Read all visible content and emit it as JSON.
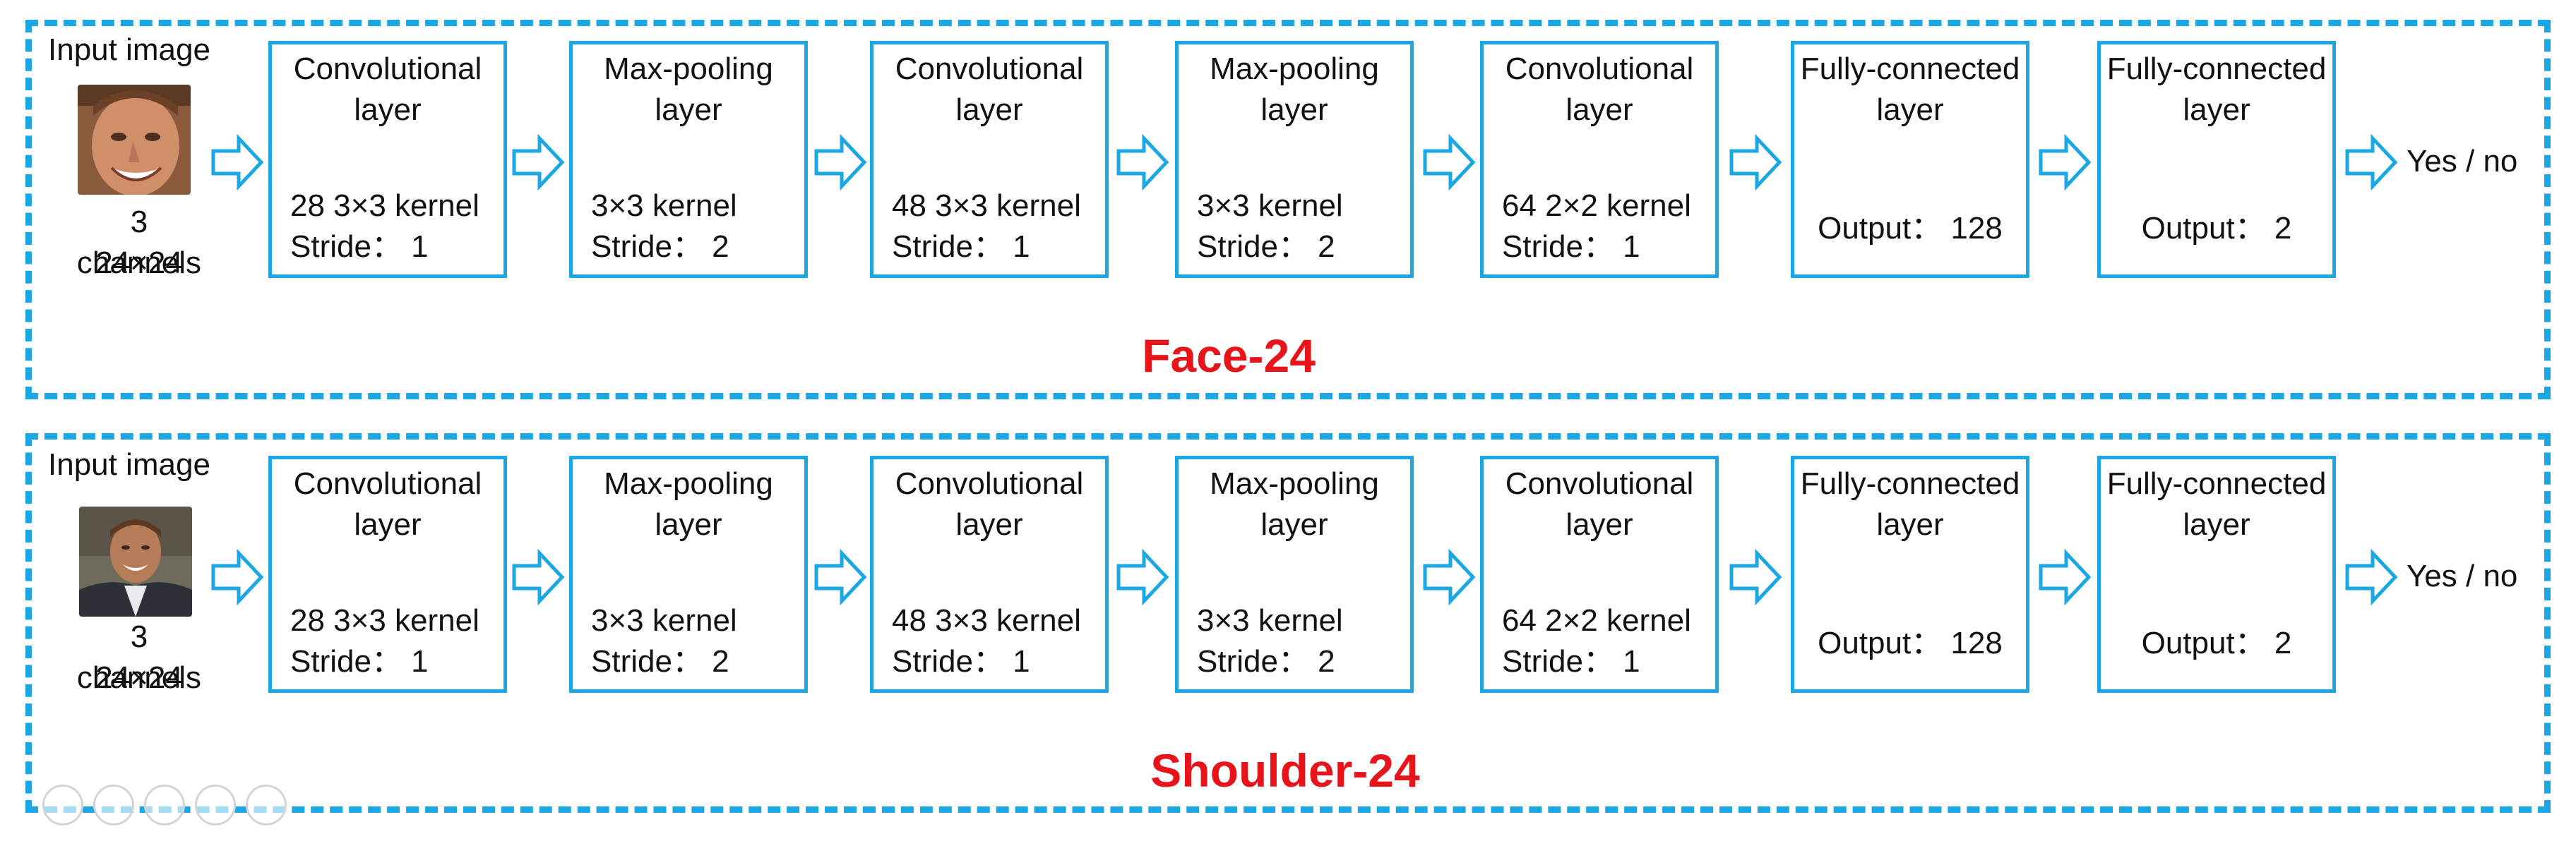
{
  "colors": {
    "accent": "#1aa7e3",
    "title_red": "#e8141b"
  },
  "panels": [
    {
      "title": "Face-24",
      "input_label": "Input image",
      "channels": "3 channels",
      "size": "24×24",
      "result": "Yes / no",
      "boxes": [
        {
          "title": "Convolutional layer",
          "line1": "28  3×3 kernel",
          "line2": "Stride： 1"
        },
        {
          "title": "Max-pooling layer",
          "line1": "3×3 kernel",
          "line2": "Stride： 2"
        },
        {
          "title": "Convolutional layer",
          "line1": "48  3×3 kernel",
          "line2": "Stride： 1"
        },
        {
          "title": "Max-pooling layer",
          "line1": "3×3 kernel",
          "line2": "Stride： 2"
        },
        {
          "title": "Convolutional layer",
          "line1": "64  2×2 kernel",
          "line2": "Stride： 1"
        },
        {
          "title": "Fully-connected layer",
          "output": "Output： 128"
        },
        {
          "title": "Fully-connected layer",
          "output": "Output： 2"
        }
      ]
    },
    {
      "title": "Shoulder-24",
      "input_label": "Input image",
      "channels": "3 channels",
      "size": "24×24",
      "result": "Yes / no",
      "boxes": [
        {
          "title": "Convolutional layer",
          "line1": "28  3×3 kernel",
          "line2": "Stride： 1"
        },
        {
          "title": "Max-pooling layer",
          "line1": "3×3 kernel",
          "line2": "Stride： 2"
        },
        {
          "title": "Convolutional layer",
          "line1": "48  3×3 kernel",
          "line2": "Stride： 1"
        },
        {
          "title": "Max-pooling layer",
          "line1": "3×3 kernel",
          "line2": "Stride： 2"
        },
        {
          "title": "Convolutional layer",
          "line1": "64  2×2 kernel",
          "line2": "Stride： 1"
        },
        {
          "title": "Fully-connected layer",
          "output": "Output： 128"
        },
        {
          "title": "Fully-connected layer",
          "output": "Output： 2"
        }
      ]
    }
  ],
  "toolbar": {
    "icons": [
      "play-icon",
      "pen-icon",
      "slides-icon",
      "zoom-icon",
      "more-icon"
    ]
  }
}
